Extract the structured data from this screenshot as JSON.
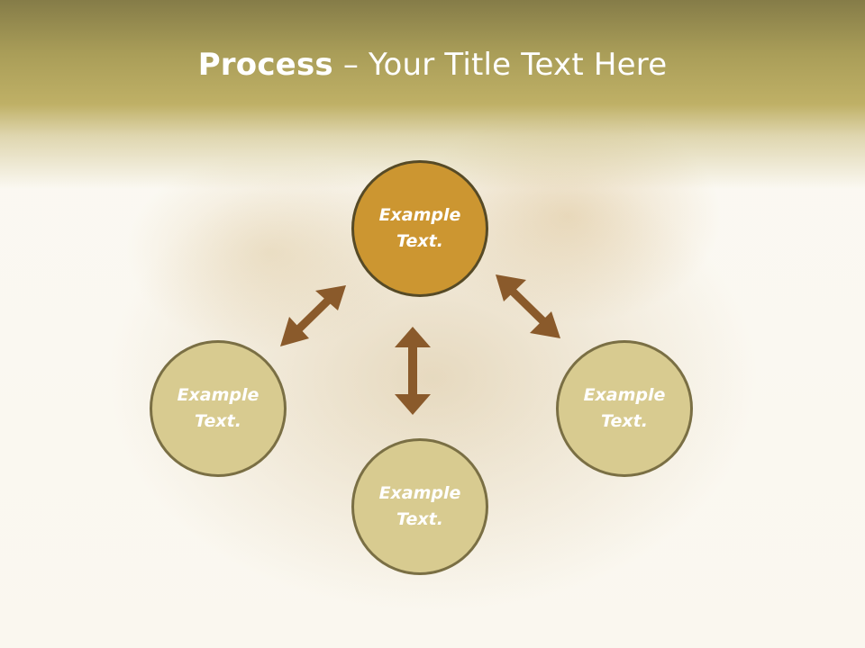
{
  "title": {
    "bold": "Process",
    "rest": " – Your Title Text Here"
  },
  "nodes": {
    "top": {
      "label": "Example Text."
    },
    "left": {
      "label": "Example Text."
    },
    "right": {
      "label": "Example Text."
    },
    "bottom": {
      "label": "Example Text."
    }
  },
  "colors": {
    "main_node": "#cc9631",
    "sub_node": "#d8cb90",
    "arrow": "#8a5a2b",
    "header": "#bfb066"
  }
}
